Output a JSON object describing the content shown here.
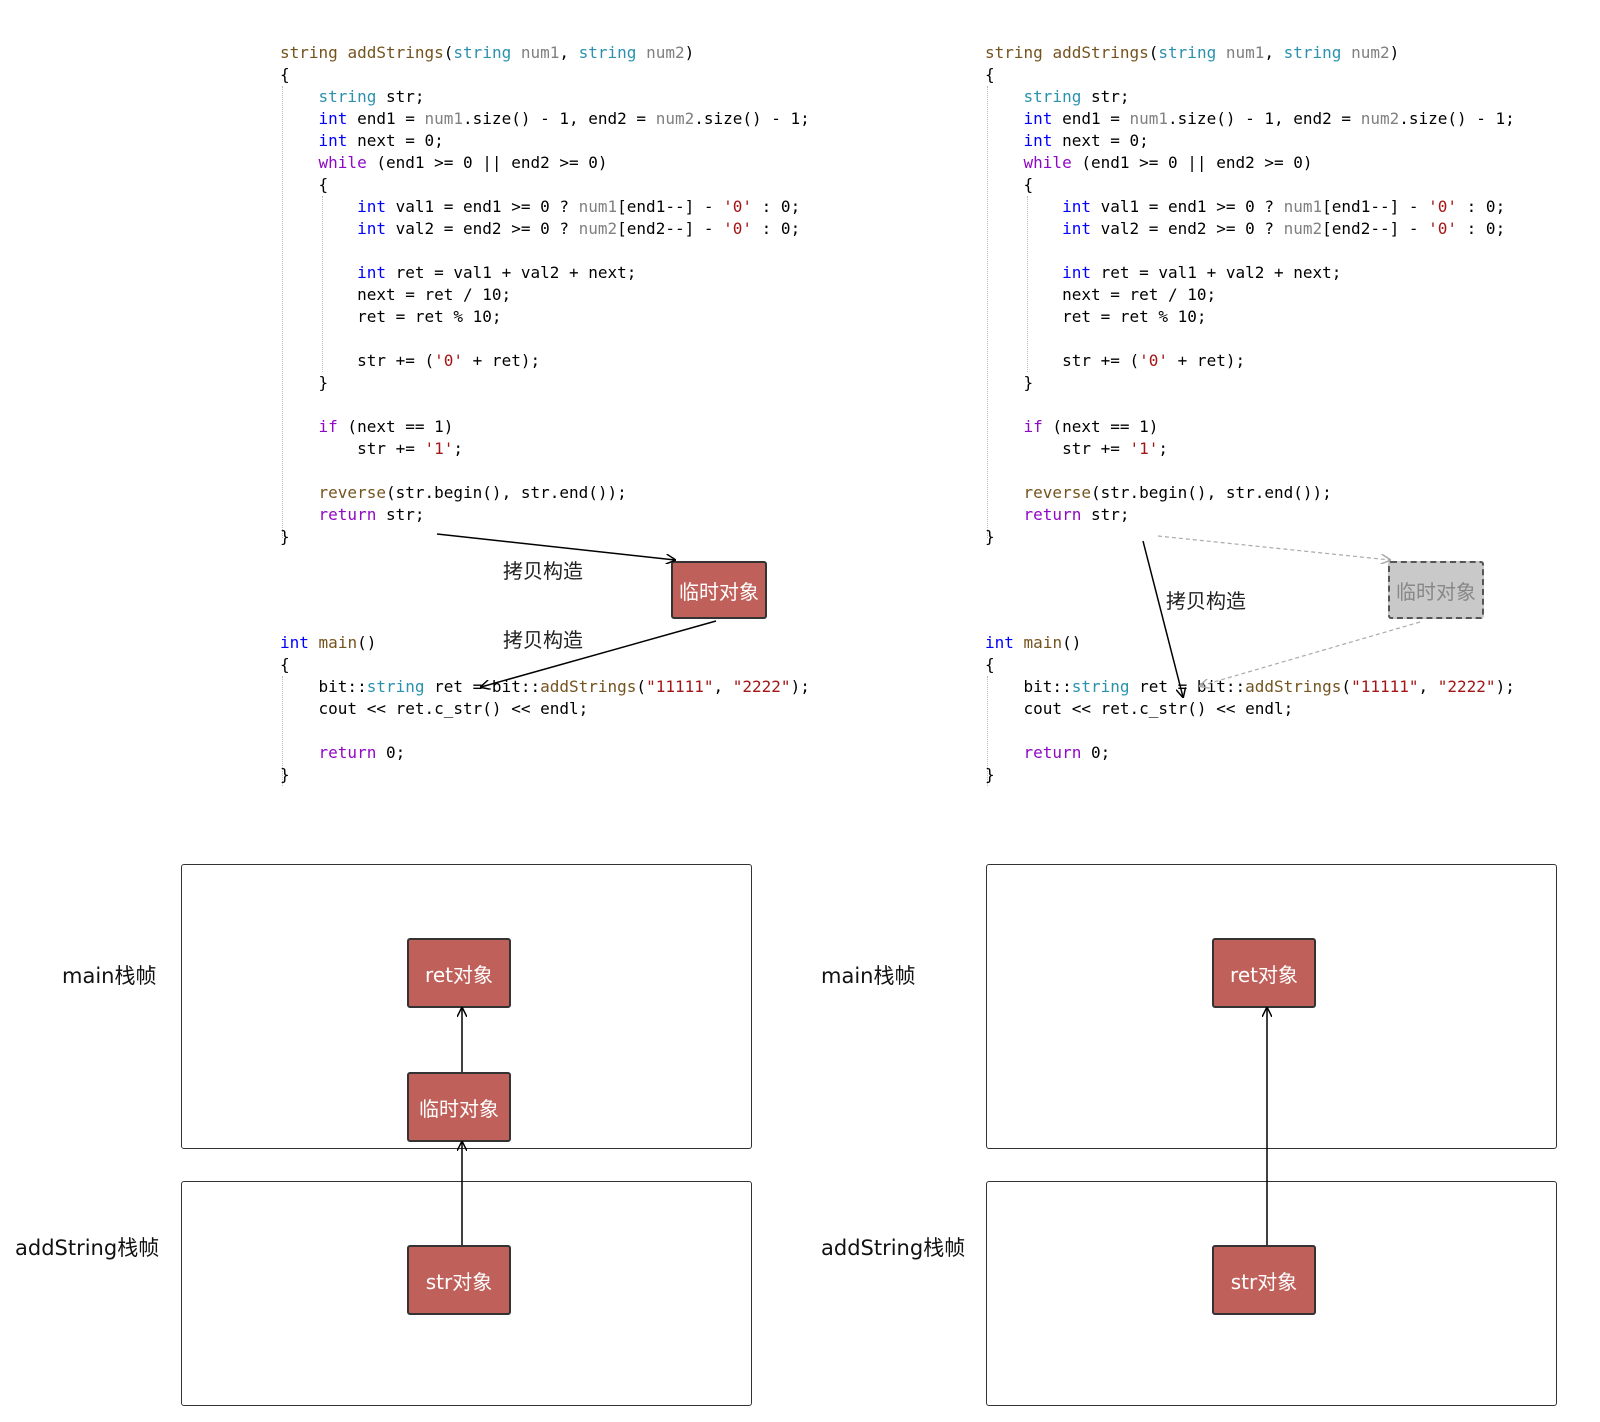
{
  "code_left": {
    "lines": [
      "<span class=\"fn\">string</span> <span class=\"fn\">addStrings</span>(<span class=\"ty\">string</span> <span class=\"pa\">num1</span>, <span class=\"ty\">string</span> <span class=\"pa\">num2</span>)",
      "{",
      "    <span class=\"ty\">string</span> str;",
      "    <span class=\"kw\">int</span> end1 = <span class=\"pa\">num1</span>.size() - 1, end2 = <span class=\"pa\">num2</span>.size() - 1;",
      "    <span class=\"kw\">int</span> next = 0;",
      "    <span class=\"kwp\">while</span> (end1 >= 0 || end2 >= 0)",
      "    {",
      "        <span class=\"kw\">int</span> val1 = end1 >= 0 ? <span class=\"pa\">num1</span>[end1--] - <span class=\"st\">'0'</span> : 0;",
      "        <span class=\"kw\">int</span> val2 = end2 >= 0 ? <span class=\"pa\">num2</span>[end2--] - <span class=\"st\">'0'</span> : 0;",
      "",
      "        <span class=\"kw\">int</span> ret = val1 + val2 + next;",
      "        next = ret / 10;",
      "        ret = ret % 10;",
      "",
      "        str += (<span class=\"st\">'0'</span> + ret);",
      "    }",
      "",
      "    <span class=\"kwp\">if</span> (next == 1)",
      "        str += <span class=\"st\">'1'</span>;",
      "",
      "    <span class=\"fn\">reverse</span>(str.begin(), str.end());",
      "    <span class=\"kwp\">return</span> str;",
      "}"
    ]
  },
  "main_left": {
    "lines": [
      "<span class=\"kw\">int</span> <span class=\"fn\">main</span>()",
      "{",
      "    bit::<span class=\"ty\">string</span> ret = bit::<span class=\"fn\">addStrings</span>(<span class=\"st\">\"11111\"</span>, <span class=\"st\">\"2222\"</span>);",
      "    cout << ret.c_str() << endl;",
      "",
      "    <span class=\"kwp\">return</span> 0;",
      "}"
    ]
  },
  "annotations": {
    "copy_construct_1": "拷贝构造",
    "copy_construct_2": "拷贝构造",
    "copy_construct_right": "拷贝构造",
    "temp_object": "临时对象",
    "temp_object_right": "临时对象"
  },
  "frames_left": {
    "main_label": "main栈帧",
    "add_label": "addString栈帧",
    "ret_obj": "ret对象",
    "temp_obj": "临时对象",
    "str_obj": "str对象"
  },
  "frames_right": {
    "main_label": "main栈帧",
    "add_label": "addString栈帧",
    "ret_obj": "ret对象",
    "str_obj": "str对象"
  },
  "colors": {
    "box_red": "#c0605a",
    "box_grey": "#c9c9c9",
    "keyword_blue": "#0000ff",
    "keyword_purple": "#8f08c4",
    "type_teal": "#2b91af",
    "string_red": "#a31515"
  }
}
